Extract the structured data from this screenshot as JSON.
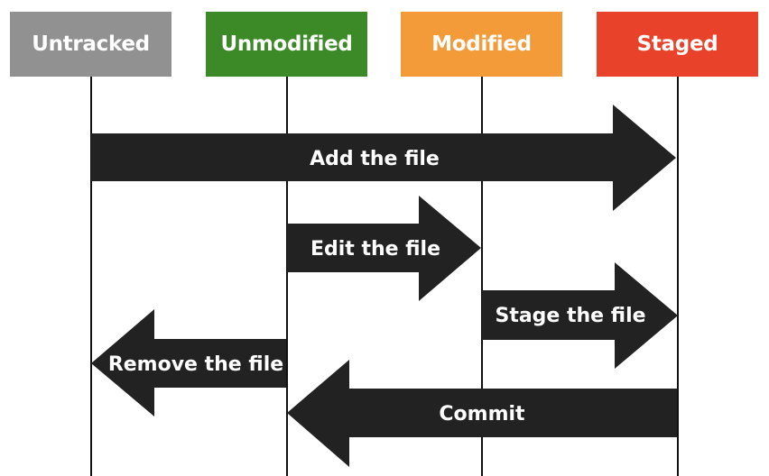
{
  "states": {
    "untracked": {
      "label": "Untracked",
      "color": "#919191"
    },
    "unmodified": {
      "label": "Unmodified",
      "color": "#3c8a27"
    },
    "modified": {
      "label": "Modified",
      "color": "#f29b38"
    },
    "staged": {
      "label": "Staged",
      "color": "#e8432a"
    }
  },
  "transitions": {
    "add": {
      "label": "Add the file",
      "from": "Untracked",
      "to": "Staged"
    },
    "edit": {
      "label": "Edit the file",
      "from": "Unmodified",
      "to": "Modified"
    },
    "stage": {
      "label": "Stage the file",
      "from": "Modified",
      "to": "Staged"
    },
    "remove": {
      "label": "Remove the file",
      "from": "Unmodified",
      "to": "Untracked"
    },
    "commit": {
      "label": "Commit",
      "from": "Staged",
      "to": "Unmodified"
    }
  },
  "arrow_color": "#222222"
}
